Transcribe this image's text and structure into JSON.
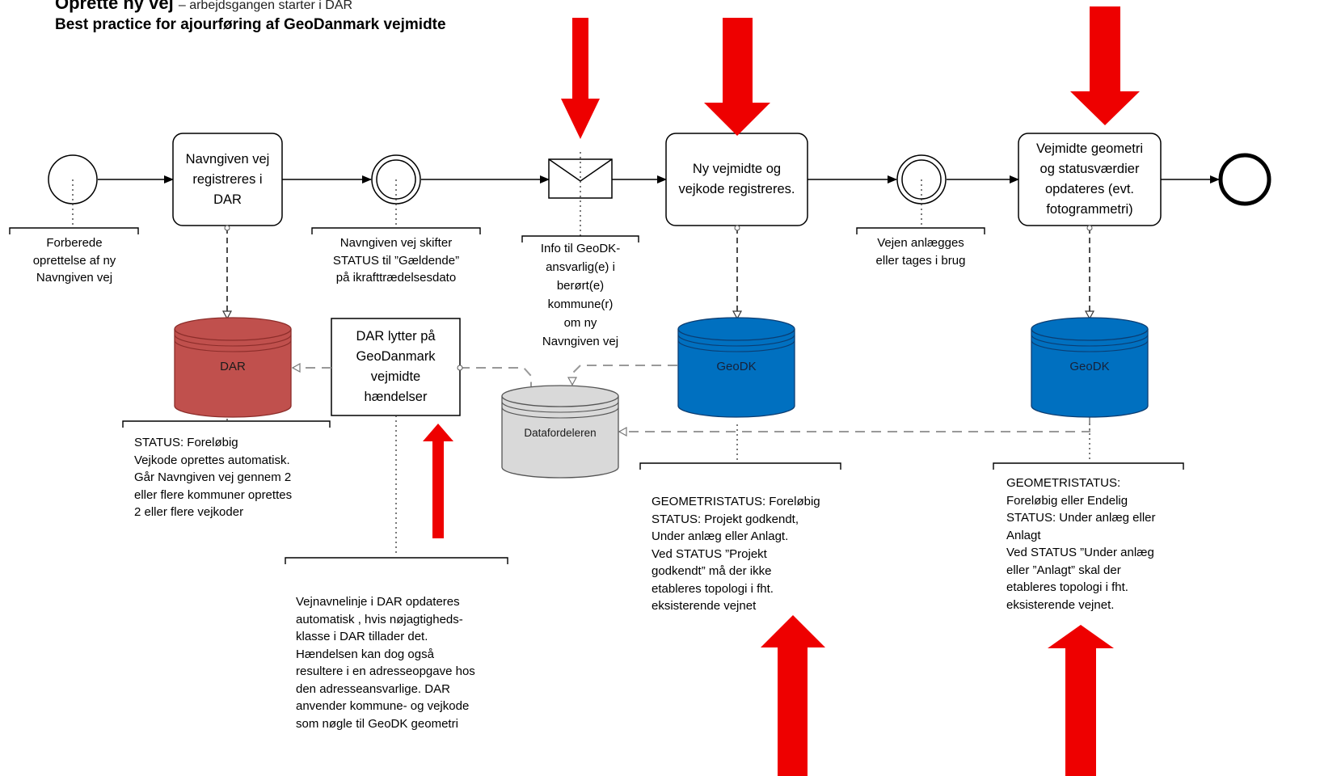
{
  "header": {
    "title": "Oprette ny vej",
    "title_sub": "– arbejdsgangen starter i DAR",
    "subtitle": "Best practice for ajourføring af GeoDanmark vejmidte"
  },
  "tasks": {
    "task1": [
      "Navngiven vej",
      "registreres i",
      "DAR"
    ],
    "task2": [
      "Ny vejmidte og",
      "vejkode registreres."
    ],
    "task3": [
      "Vejmidte geometri",
      "og statusværdier",
      "opdateres (evt.",
      "fotogrammetri)"
    ],
    "dar_listener": [
      "DAR lytter på",
      "GeoDanmark",
      "vejmidte",
      "hændelser"
    ]
  },
  "databases": {
    "dar": "DAR",
    "geodk1": "GeoDK",
    "geodk2": "GeoDK",
    "datafordeleren": "Datafordeleren"
  },
  "annotations": {
    "start": [
      "Forberede",
      "oprettelse af ny",
      "Navngiven vej"
    ],
    "event1": [
      "Navngiven vej skifter",
      "STATUS til ”Gældende”",
      "på ikrafttrædelsesdato"
    ],
    "message": [
      "Info til GeoDK-",
      "ansvarlig(e) i",
      "berørt(e)",
      "kommune(r)",
      "om ny",
      "Navngiven vej"
    ],
    "event2": [
      "Vejen anlægges",
      "eller tages i brug"
    ],
    "dar_status": [
      "STATUS: Foreløbig",
      "Vejkode oprettes automatisk.",
      "Går Navngiven vej gennem 2",
      "eller flere kommuner oprettes",
      "2 eller flere vejkoder"
    ],
    "listener_note": [
      "Vejnavnelinje i DAR opdateres",
      "automatisk , hvis nøjagtigheds-",
      "klasse i DAR tillader det.",
      "Hændelsen kan dog også",
      "resultere i en adresseopgave hos",
      "den adresseansvarlige. DAR",
      "anvender kommune- og vejkode",
      "som nøgle til GeoDK geometri"
    ],
    "geodk1_status": [
      "GEOMETRISTATUS: Foreløbig",
      "STATUS: Projekt godkendt,",
      "Under anlæg eller Anlagt.",
      "Ved STATUS ”Projekt",
      "godkendt” må der ikke",
      "etableres  topologi  i fht.",
      "eksisterende vejnet"
    ],
    "geodk2_status": [
      "GEOMETRISTATUS:",
      "Foreløbig eller Endelig",
      "STATUS: Under anlæg eller",
      "Anlagt",
      "Ved STATUS ”Under anlæg",
      "eller ”Anlagt” skal der",
      "etableres topologi  i fht.",
      "eksisterende vejnet."
    ]
  },
  "colors": {
    "highlight_arrow": "#ee0000",
    "dar_db": "#c0504d",
    "geodk_db": "#0070c0",
    "datafordeleren_db": "#d9d9d9"
  }
}
